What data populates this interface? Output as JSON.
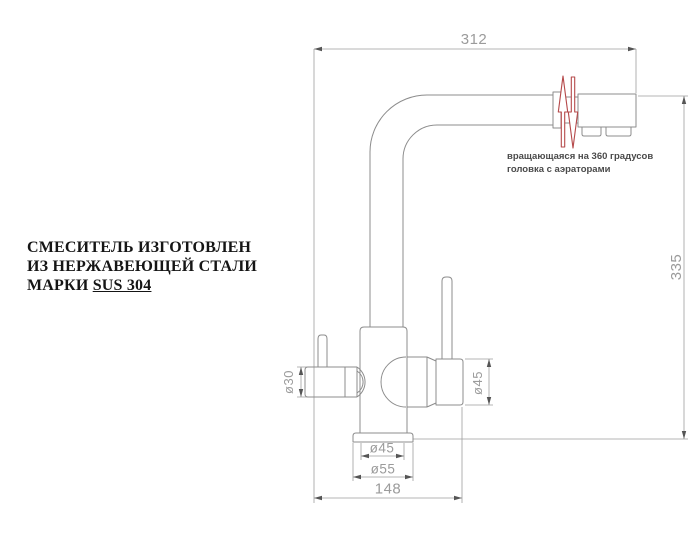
{
  "drawing": {
    "title": {
      "line1": "СМЕСИТЕЛЬ ИЗГОТОВЛЕН",
      "line2": "ИЗ НЕРЖАВЕЮЩЕЙ СТАЛИ",
      "line3_prefix": "МАРКИ ",
      "line3_steel_grade": "SUS 304"
    },
    "annotation": {
      "line1": "вращающаяся на 360 градусов",
      "line2": "головка с аэраторами"
    },
    "dimensions": {
      "spout_reach": "312",
      "overall_height": "335",
      "bottom_width": "148",
      "base_inner_diameter": "ø45",
      "base_outer_diameter": "ø55",
      "left_handle_diameter": "ø30",
      "right_handle_diameter": "ø45"
    },
    "colors": {
      "background": "#ffffff",
      "outline": "#8c8c8c",
      "dimension_line": "#9e9e9e",
      "dimension_text": "#9b9b9b",
      "dimension_arrow": "#555555",
      "rotation_arrow_red": "#b5494a",
      "annotation_text": "#4a4a4a",
      "title_text": "#151515"
    }
  }
}
